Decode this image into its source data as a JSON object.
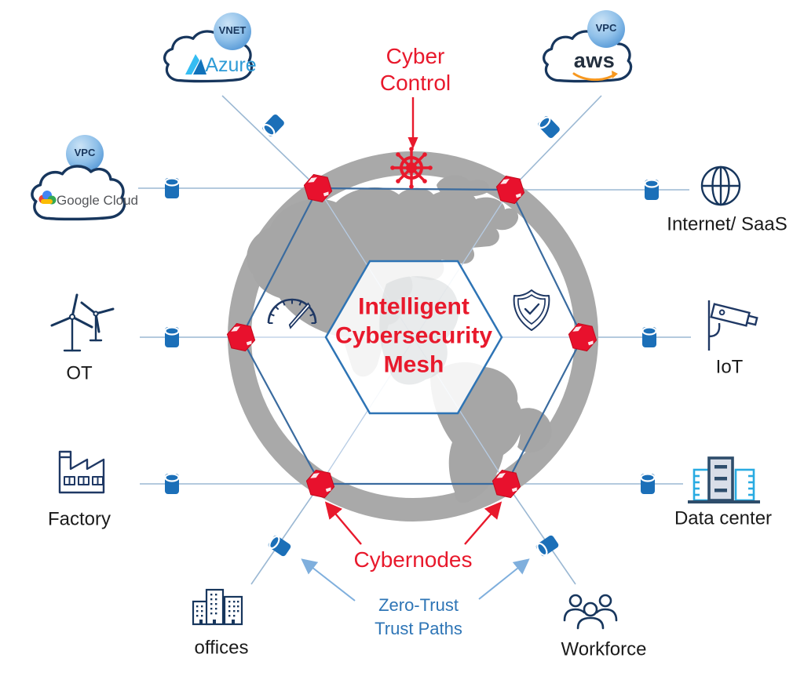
{
  "center": {
    "line1": "Intelligent",
    "line2": "Cybersecurity",
    "line3": "Mesh"
  },
  "annotations": {
    "cyber_control_line1": "Cyber",
    "cyber_control_line2": "Control",
    "cybernodes": "Cybernodes",
    "zero_trust_line1": "Zero-Trust",
    "zero_trust_line2": "Trust Paths"
  },
  "clouds": {
    "azure": {
      "name": "Azure",
      "badge": "VNET"
    },
    "aws": {
      "name": "aws",
      "badge": "VPC"
    },
    "google": {
      "name": "Google Cloud",
      "badge": "VPC"
    }
  },
  "endpoints": {
    "internet": "Internet/ SaaS",
    "iot": "IoT",
    "ot": "OT",
    "factory": "Factory",
    "datacenter": "Data center",
    "offices": "offices",
    "workforce": "Workforce"
  },
  "icons": {
    "center_top": "ships-wheel-icon",
    "inner_left": "gauge-icon",
    "inner_right": "shield-check-icon",
    "vertex_node": "red-hexagon-cybernode",
    "path_connector": "blue-cylinder-connector"
  },
  "colors": {
    "red": "#E8192C",
    "navy": "#1F3864",
    "mesh_blue": "#3A6B9F",
    "path_blue": "#9BB8D3",
    "cylinder_blue": "#1B6FB8",
    "globe_gray": "#A6A6A6",
    "zero_trust_blue": "#2E75B6",
    "azure_blue": "#2E9BD6",
    "aws_orange": "#F7981F",
    "datacenter_cyan": "#29ABE2"
  }
}
